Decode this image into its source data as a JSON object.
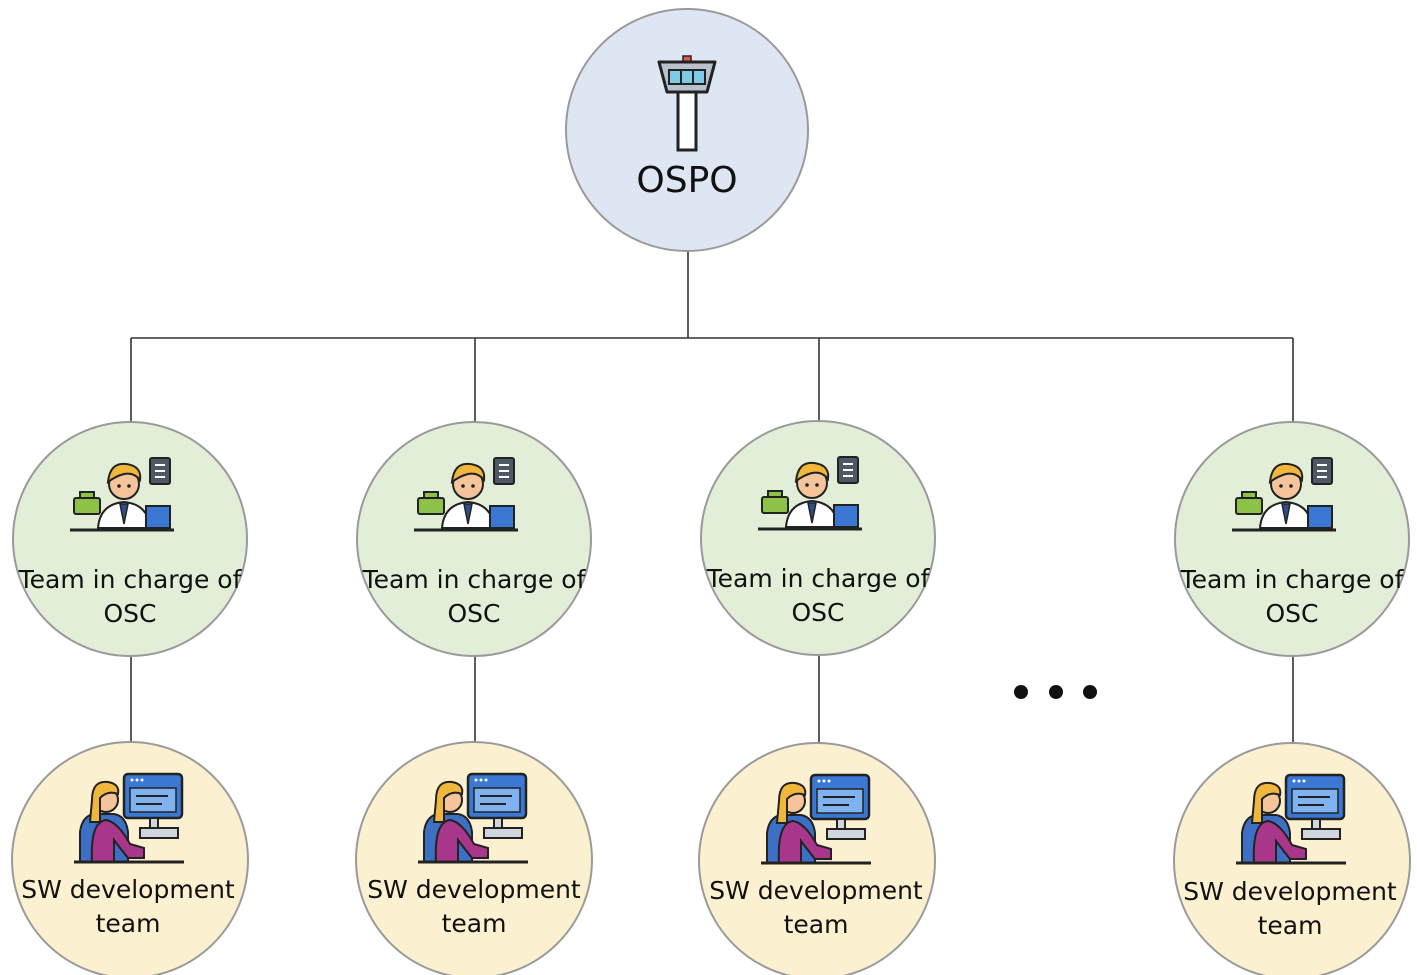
{
  "root": {
    "label": "OSPO",
    "icon": "control-tower-icon",
    "fill": "#dfe6f3"
  },
  "osc_teams": [
    {
      "line1": "Team in charge of",
      "line2": "OSC",
      "icon": "office-worker-icon"
    },
    {
      "line1": "Team in charge of",
      "line2": "OSC",
      "icon": "office-worker-icon"
    },
    {
      "line1": "Team in charge of",
      "line2": "OSC",
      "icon": "office-worker-icon"
    },
    {
      "line1": "Team in charge of",
      "line2": "OSC",
      "icon": "office-worker-icon"
    }
  ],
  "dev_teams": [
    {
      "line1": "SW development",
      "line2": "team",
      "icon": "developer-at-computer-icon"
    },
    {
      "line1": "SW development",
      "line2": "team",
      "icon": "developer-at-computer-icon"
    },
    {
      "line1": "SW development",
      "line2": "team",
      "icon": "developer-at-computer-icon"
    },
    {
      "line1": "SW development",
      "line2": "team",
      "icon": "developer-at-computer-icon"
    }
  ],
  "ellipsis": {
    "icon": "ellipsis-icon"
  },
  "colors": {
    "osc_fill": "#e2eed8",
    "dev_fill": "#fbf0cf",
    "stroke": "#9a9a9a",
    "line": "#333333"
  }
}
